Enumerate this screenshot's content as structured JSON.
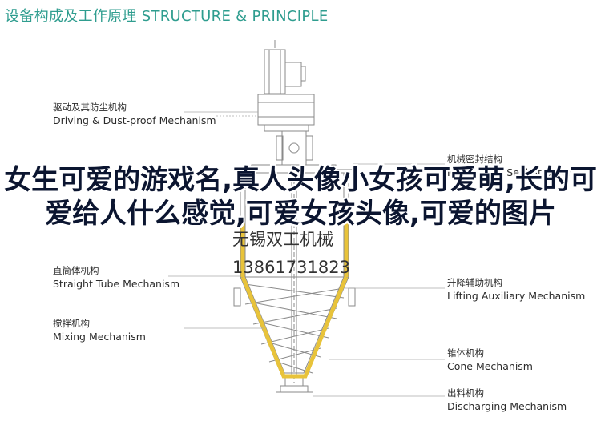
{
  "title": "设备构成及工作原理 STRUCTURE & PRINCIPLE",
  "labels": {
    "driving_cn": "驱动及其防尘机构",
    "driving_en": "Driving & Dust-proof Mechanism",
    "seal_cn": "机械密封结构",
    "seal_en": "Mechanical Seal Structure",
    "tube_cn": "直筒体机构",
    "tube_en": "Straight Tube Mechanism",
    "lift_cn": "升降辅助机构",
    "lift_en": "Lifting Auxiliary Mechanism",
    "mix_cn": "搅拌机构",
    "mix_en": "Mixing Mechanism",
    "cone_cn": "锥体机构",
    "cone_en": "Cone Mechanism",
    "discharge_cn": "出料机构",
    "discharge_en": "Discharging Mechanism"
  },
  "watermark": {
    "company": "无锡双工机械",
    "phone": "13861731823"
  },
  "overlay_text": "女生可爱的游戏名,真人头像小女孩可爱萌,长的可爱给人什么感觉,可爱女孩头像,可爱的图片",
  "colors": {
    "accent": "#2f9d8f",
    "highlight": "#e8c33a",
    "line": "#8a8a8a"
  }
}
